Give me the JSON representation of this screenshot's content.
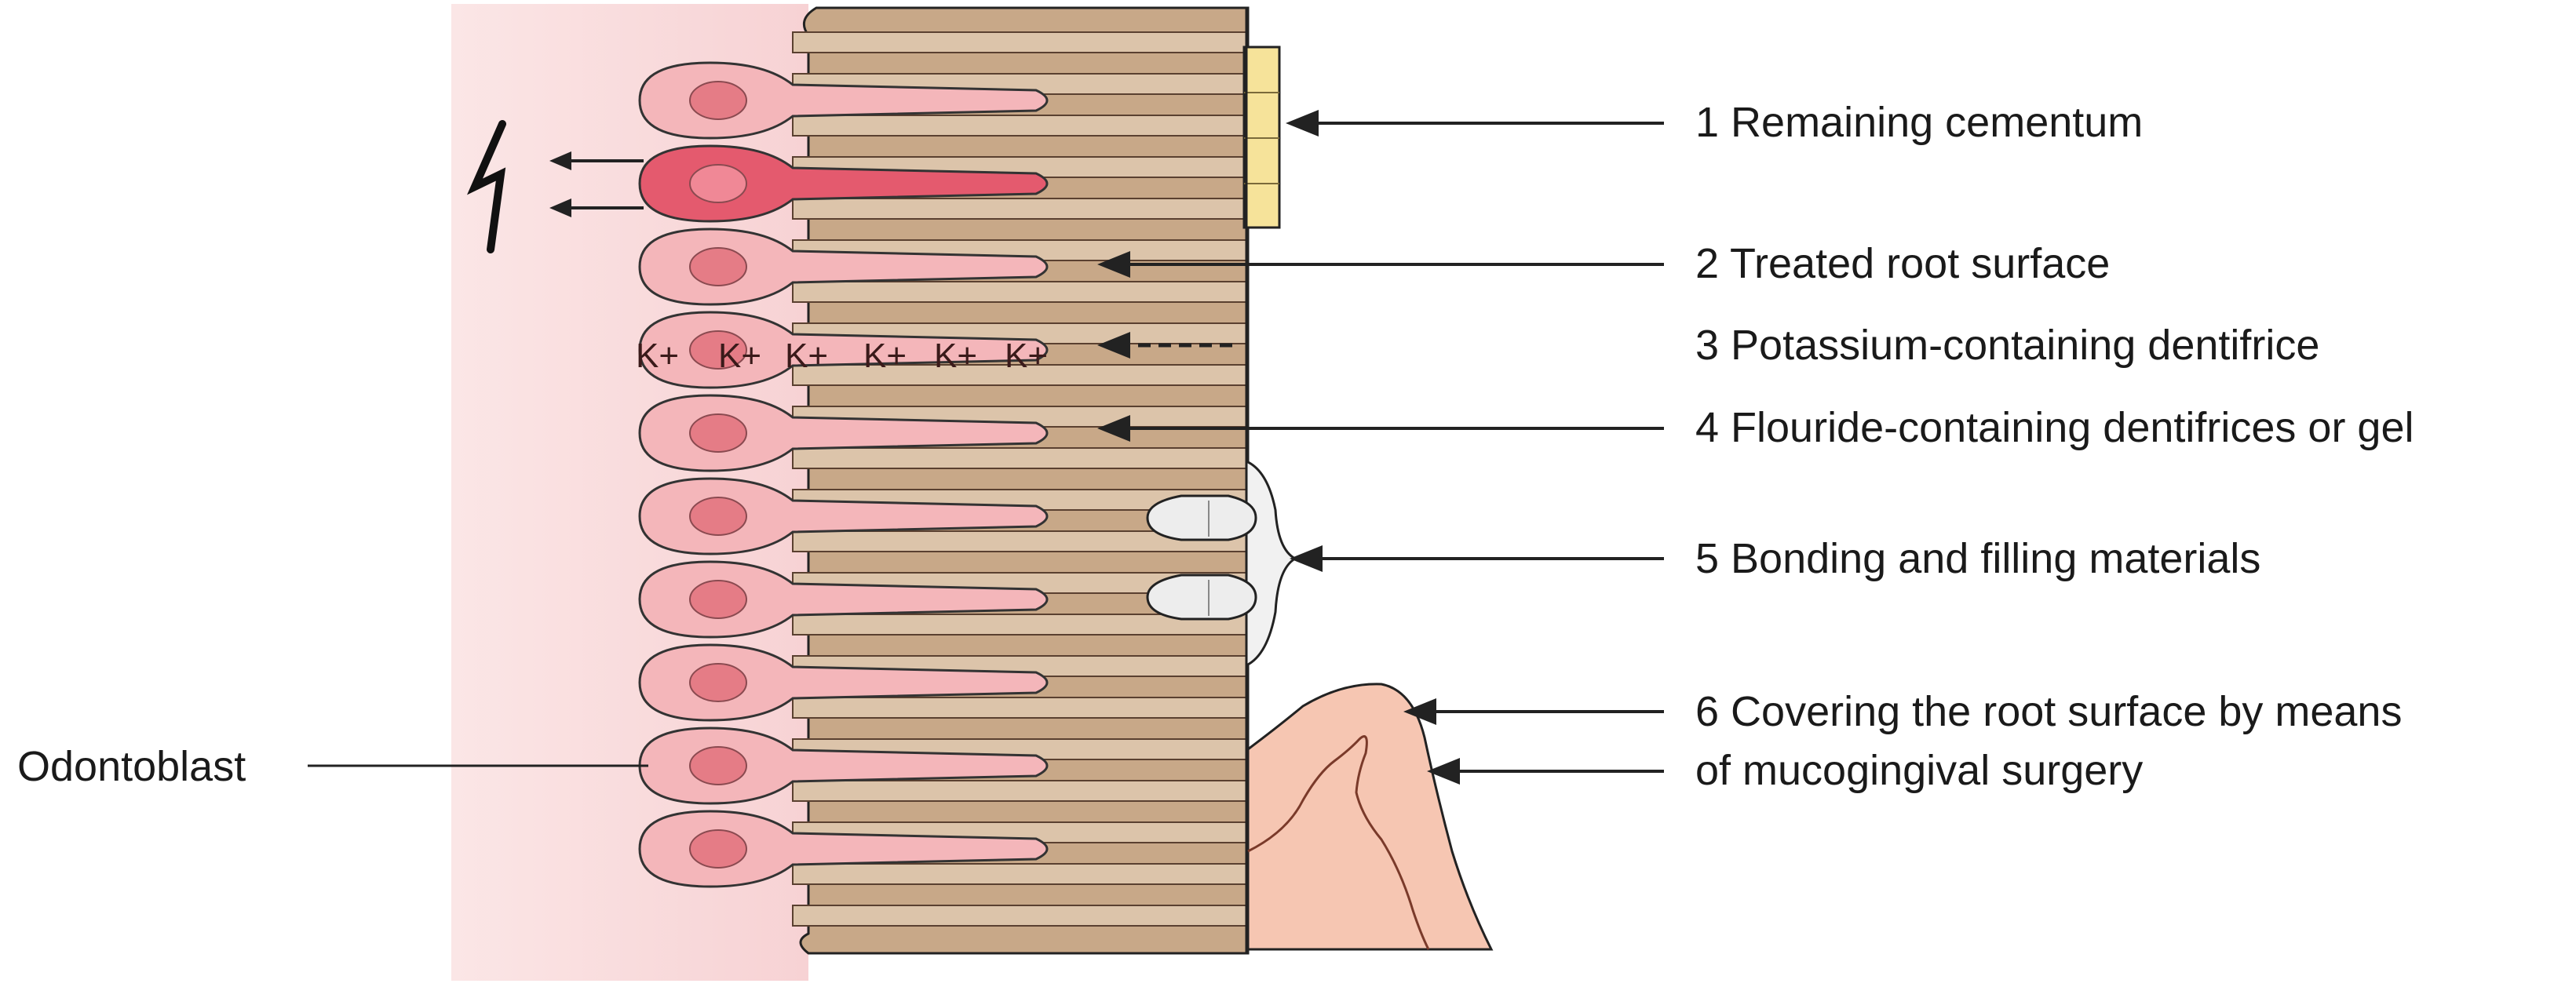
{
  "labels": {
    "l1": "1 Remaining cementum",
    "l2": "2 Treated root surface",
    "l3": "3 Potassium-containing dentifrice",
    "l4": "4 Flouride-containing dentifrices or gel",
    "l5": "5 Bonding and filling materials",
    "l6a": "6 Covering the root surface by means",
    "l6b": "of mucogingival surgery",
    "odontoblast": "Odontoblast"
  },
  "k_ion": "K+",
  "k_ion_count": 6,
  "odontoblast_count": 10,
  "icons": {
    "stimulus": "lightning-bolt-icon"
  },
  "colors": {
    "pulp": "#f9dede",
    "dentin": "#c8a888",
    "dentin_tubule": "#dcc4aa",
    "cementum": "#f6e39a",
    "odontoblast_cell": "#f4b6ba",
    "odontoblast_active": "#e45a6e",
    "nucleus": "#e57c86",
    "gingiva": "#f6c6b2",
    "filling": "#f1f1f1",
    "outline": "#222222"
  }
}
